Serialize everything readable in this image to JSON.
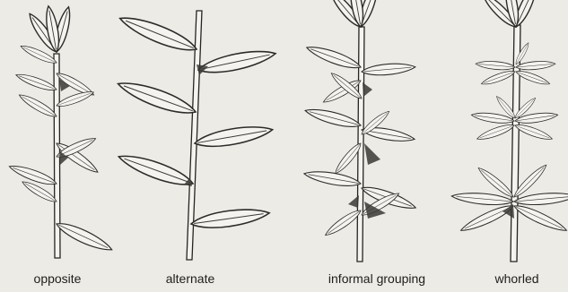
{
  "labels": {
    "opposite": "opposite",
    "alternate": "alternate",
    "informal_grouping": "informal grouping",
    "whorled": "whorled"
  }
}
